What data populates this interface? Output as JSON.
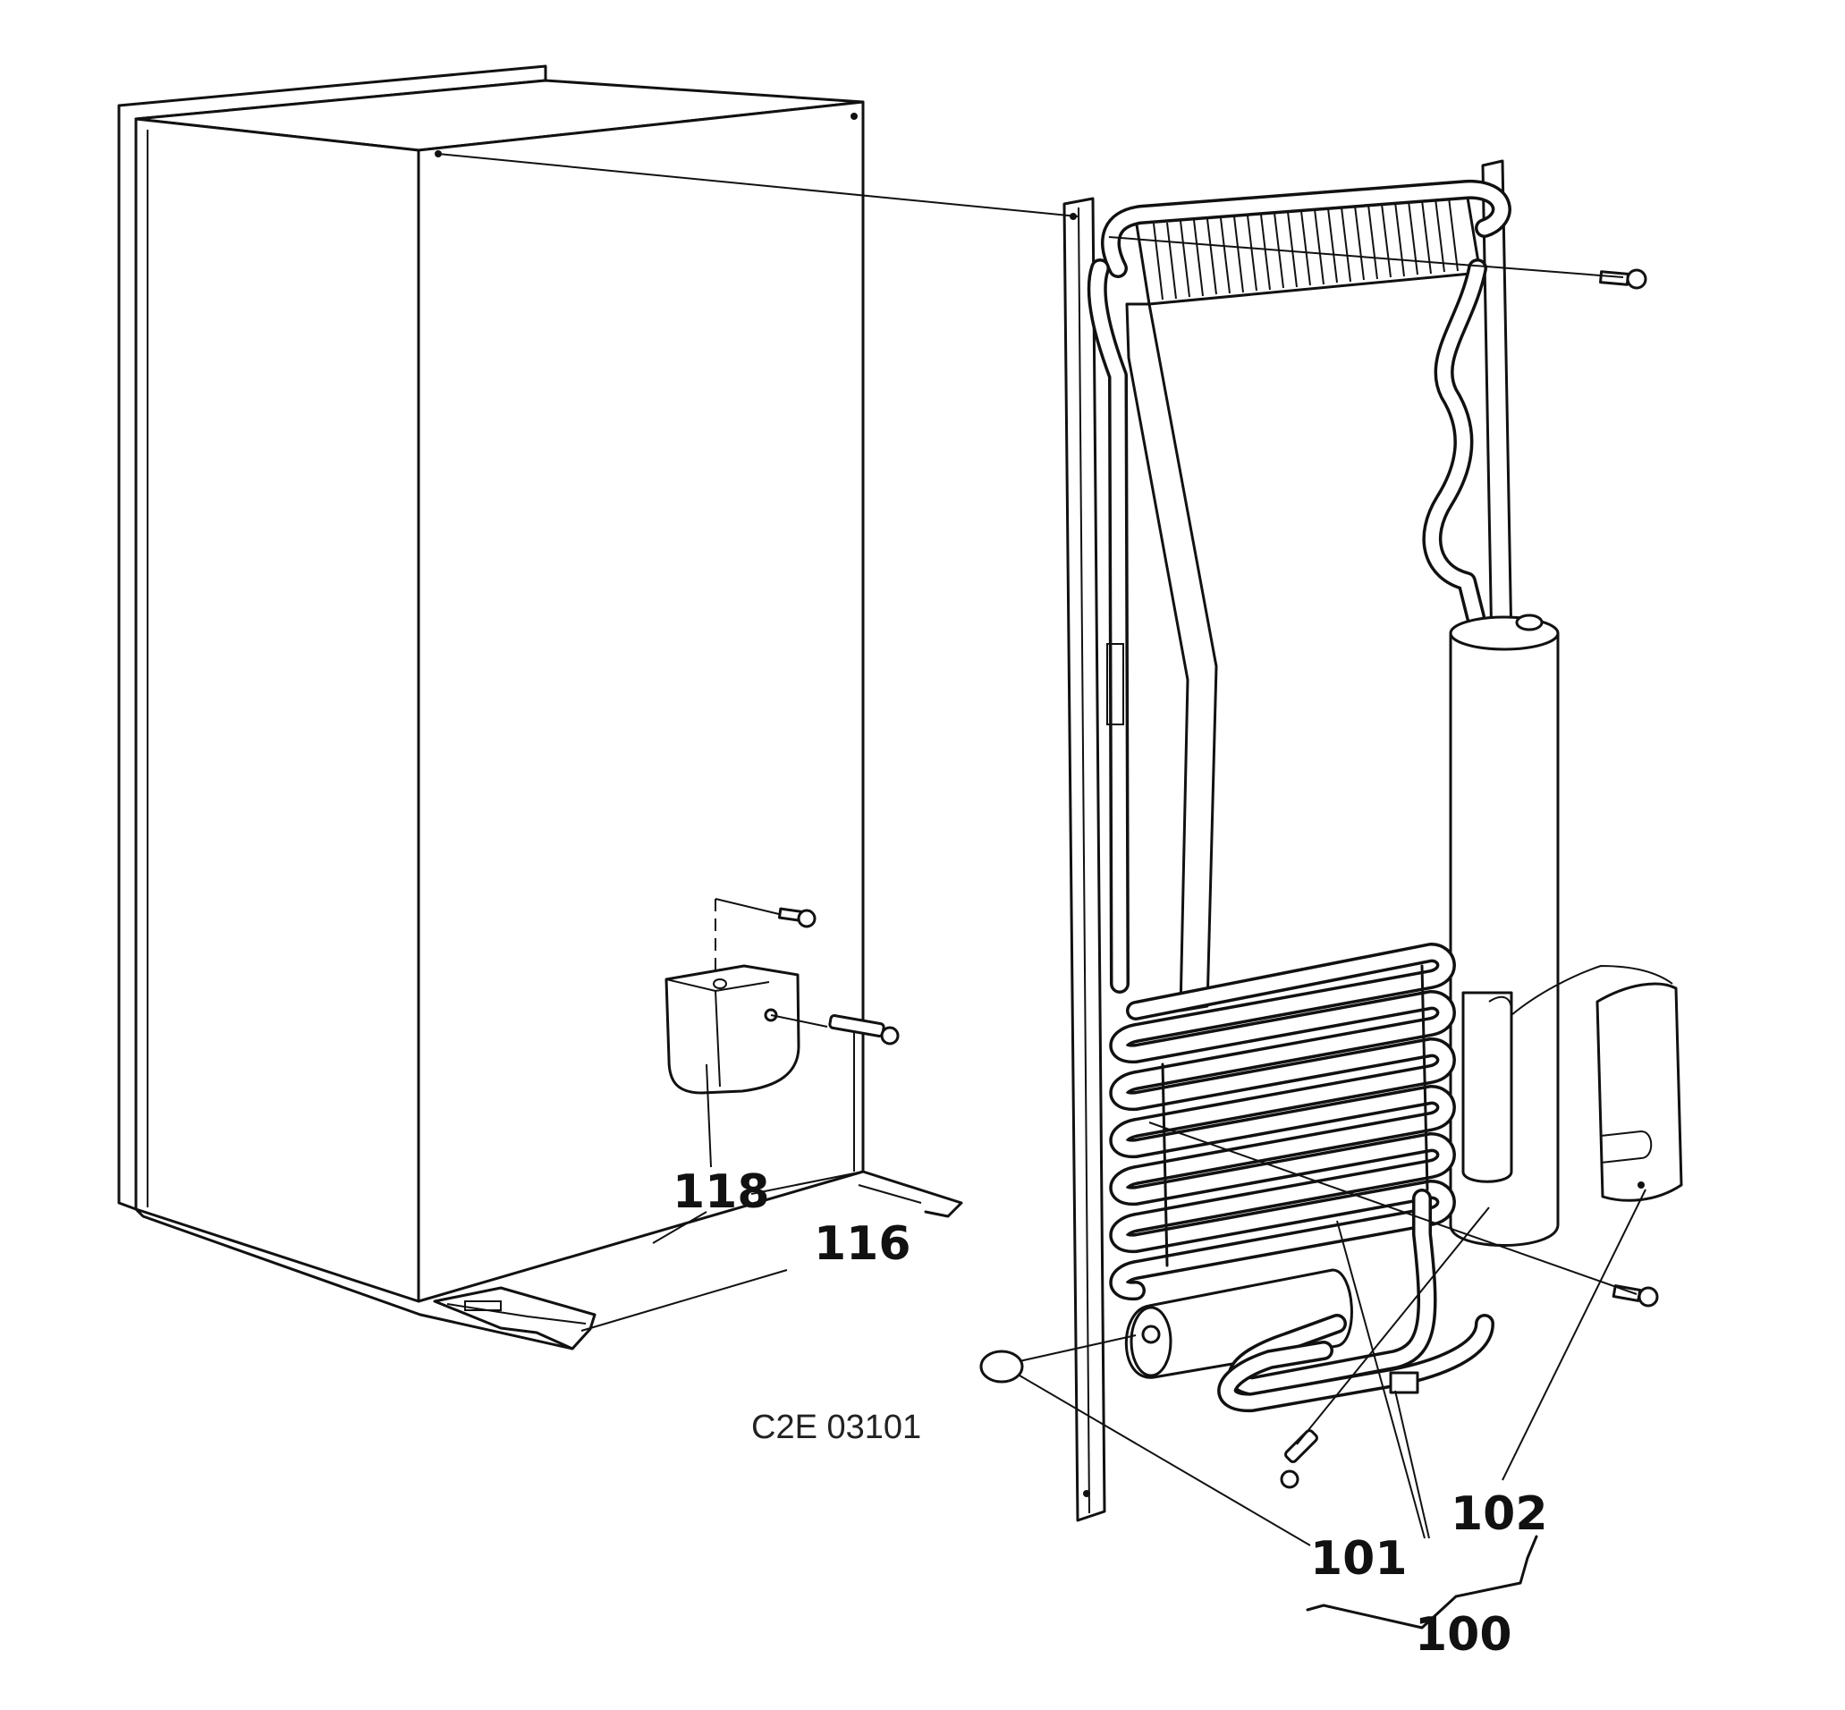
{
  "drawing_code": "C2E 03101",
  "callouts": {
    "c118": "118",
    "c116": "116",
    "c101": "101",
    "c102": "102",
    "c100": "100"
  }
}
